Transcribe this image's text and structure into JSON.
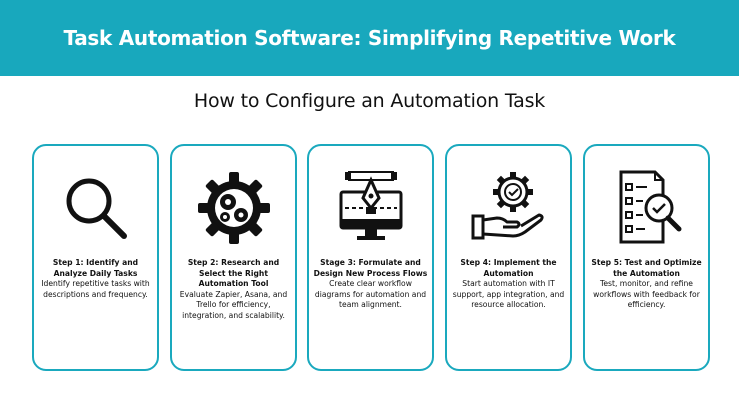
{
  "header": {
    "title": "Task Automation Software: Simplifying Repetitive Work"
  },
  "subtitle": "How to Configure an Automation Task",
  "colors": {
    "accent": "#18a8bd",
    "card_border": "#1aa9be",
    "icon": "#111111"
  },
  "steps": [
    {
      "icon": "magnifying-glass-icon",
      "title": "Step 1: Identify and Analyze Daily Tasks",
      "description": "Identify repetitive tasks with descriptions and frequency."
    },
    {
      "icon": "gears-icon",
      "title": "Step 2: Research and Select the Right Automation Tool",
      "description": "Evaluate Zapier, Asana, and Trello for efficiency, integration, and scalability."
    },
    {
      "icon": "design-monitor-icon",
      "title": "Stage 3: Formulate and Design New Process Flows",
      "description": "Create clear workflow diagrams for automation and team alignment."
    },
    {
      "icon": "hand-gear-icon",
      "title": "Step 4: Implement the Automation",
      "description": "Start automation with IT support, app integration, and resource allocation."
    },
    {
      "icon": "checklist-magnifier-icon",
      "title": "Step 5: Test and Optimize the Automation",
      "description": "Test, monitor, and refine workflows with feedback for efficiency."
    }
  ]
}
